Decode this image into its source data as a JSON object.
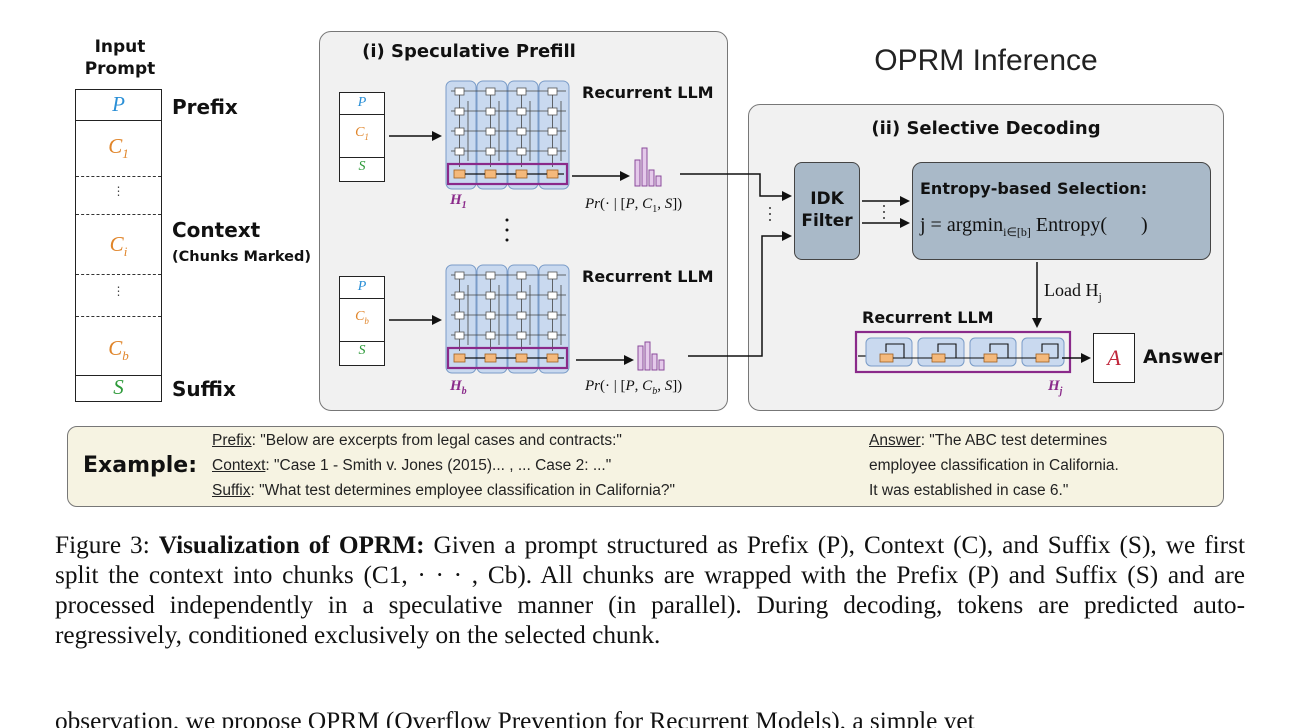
{
  "figure": {
    "input_prompt_title": "Input Prompt",
    "prompt_cells": {
      "prefix_symbol": "P",
      "c1_symbol": "C1",
      "ci_symbol": "Ci",
      "cb_symbol": "Cb",
      "suffix_symbol": "S",
      "dots": "⋮"
    },
    "labels": {
      "prefix": "Prefix",
      "context": "Context",
      "chunks_marked": "(Chunks Marked)",
      "suffix": "Suffix"
    },
    "prefill": {
      "title": "(i) Speculative Prefill",
      "recurrent_llm": "Recurrent LLM",
      "h1": "H1",
      "hb": "Hb",
      "pr1": "Pr(· | [P, C1, S])",
      "prb": "Pr(· | [P, Cb, S])",
      "stack1": [
        "P",
        "C1",
        "S"
      ],
      "stack2": [
        "P",
        "Cb",
        "S"
      ]
    },
    "oprm_title": "OPRM Inference",
    "decoding": {
      "title": "(ii) Selective Decoding",
      "idk_filter": "IDK Filter",
      "entropy_title": "Entropy-based Selection:",
      "formula_prefix": "j = argmin",
      "formula_sub": "i∈[b]",
      "formula_suffix": " Entropy(",
      "formula_close": ")",
      "load": "Load Hj",
      "recurrent_llm": "Recurrent LLM",
      "hj": "Hj",
      "answer_symbol": "A",
      "answer_label": "Answer"
    },
    "example": {
      "label": "Example:",
      "prefix_key": "Prefix",
      "prefix_text": ": \"Below are excerpts from legal cases and contracts:\"",
      "context_key": "Context",
      "context_text": ": \"Case 1 - Smith v. Jones (2015)... , ... Case 2: ...\"",
      "suffix_key": "Suffix",
      "suffix_text": ": \"What test determines employee classification in California?\"",
      "answer_key": "Answer",
      "answer_text_1": ": \"The ABC test determines",
      "answer_text_2": "employee classification in California.",
      "answer_text_3": "It was established in case 6.\""
    },
    "colors": {
      "prefix": "#2a8fd6",
      "chunk": "#e0852a",
      "suffix": "#2e9a3a",
      "highlight": "#8a2a8a",
      "block": "#c9d9ef",
      "state": "#f4b97c",
      "filter": "#a9b9c8"
    }
  },
  "caption": {
    "fig_label": "Figure 3: ",
    "bold_title": "Visualization of OPRM:",
    "text": " Given a prompt structured as Prefix (P), Context (C), and Suffix (S), we first split the context into chunks (C1, · · · , Cb). All chunks are wrapped with the Prefix (P) and Suffix (S) and are processed independently in a speculative manner (in parallel). During decoding, tokens are predicted auto-regressively, conditioned exclusively on the selected chunk."
  },
  "body_text": {
    "next_line": "observation, we propose OPRM (Overflow Prevention for Recurrent Models), a simple yet"
  }
}
